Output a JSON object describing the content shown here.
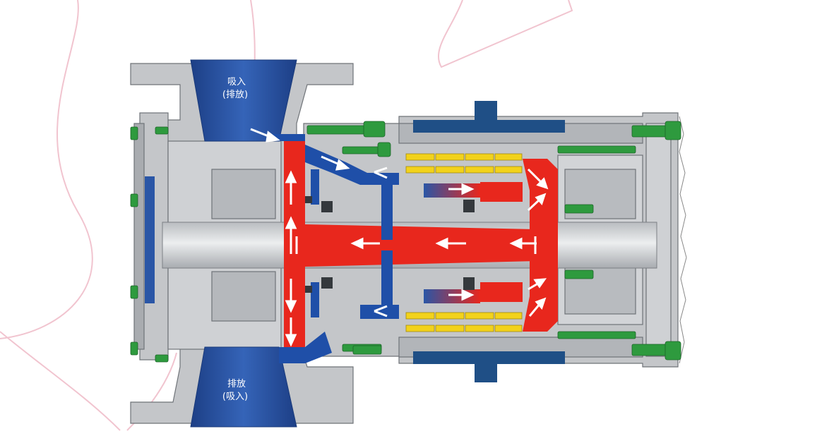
{
  "labels": {
    "top_port_line1": "吸入",
    "top_port_line2": "(排放)",
    "bottom_port_line1": "排放",
    "bottom_port_line2": "(吸入)"
  },
  "colors": {
    "casing": "#c4c6c9",
    "casing_dark": "#a9acb0",
    "shaft": "#d6d8da",
    "outline": "#6f7378",
    "port_blue": "#2a56a6",
    "fluid_blue": "#1f4fa8",
    "hot_red": "#e8271d",
    "magnet_yellow": "#f2d21b",
    "bolt_green": "#2e9a3e",
    "flow_arrow": "#ffffff",
    "watermark": "#f1c4cf"
  }
}
